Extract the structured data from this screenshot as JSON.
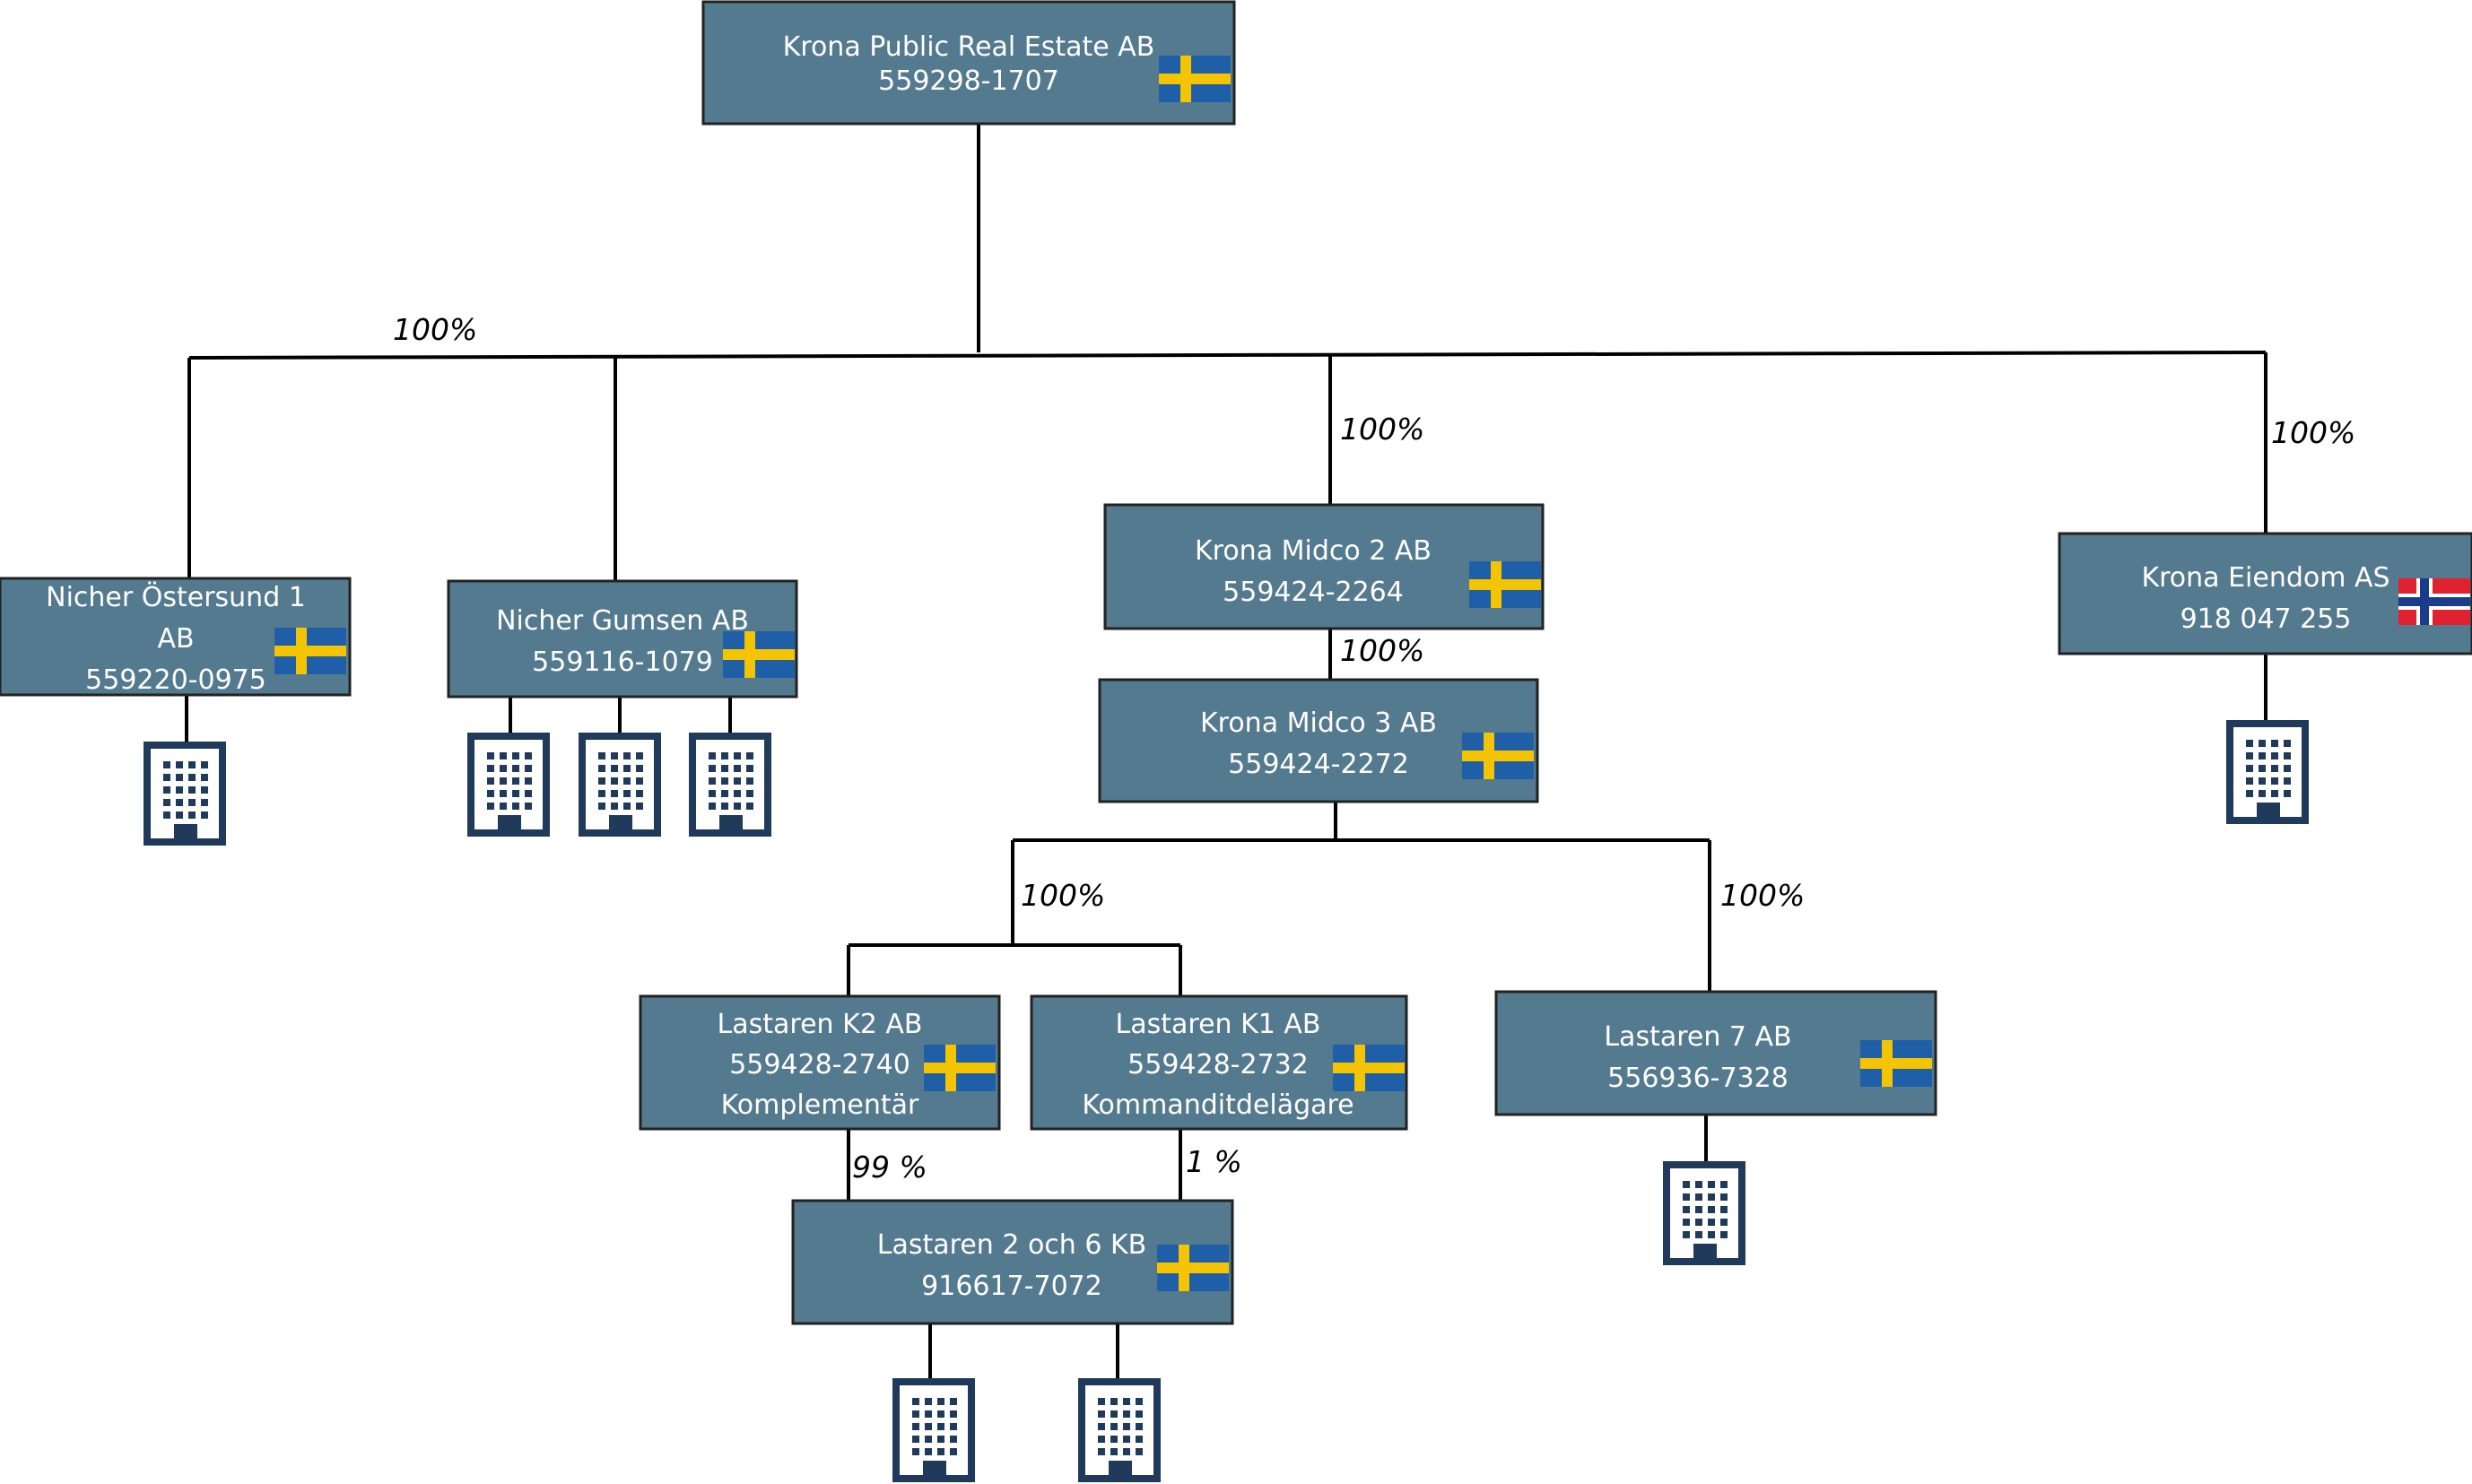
{
  "colors": {
    "box_fill": "#547a8f",
    "line": "#000000",
    "building": "#1f3a5a",
    "flag_se_blue": "#1f5fa8",
    "flag_se_yellow": "#f5c400",
    "flag_no_red": "#e0212f",
    "flag_no_blue": "#1a3c8c"
  },
  "entities": [
    {
      "id": "krona-public",
      "lines": [
        "Krona Public Real Estate AB",
        "559298-1707"
      ],
      "flag": "sweden-flag-icon"
    },
    {
      "id": "nicher-ostersund",
      "lines": [
        "Nicher Östersund 1",
        "AB",
        "559220-0975"
      ],
      "flag": "sweden-flag-icon"
    },
    {
      "id": "nicher-gumsen",
      "lines": [
        "Nicher Gumsen AB",
        "559116-1079"
      ],
      "flag": "sweden-flag-icon"
    },
    {
      "id": "krona-midco-2",
      "lines": [
        "Krona Midco 2 AB",
        "559424-2264"
      ],
      "flag": "sweden-flag-icon"
    },
    {
      "id": "krona-eiendom",
      "lines": [
        "Krona Eiendom AS",
        "918 047 255"
      ],
      "flag": "norway-flag-icon"
    },
    {
      "id": "krona-midco-3",
      "lines": [
        "Krona Midco 3 AB",
        "559424-2272"
      ],
      "flag": "sweden-flag-icon"
    },
    {
      "id": "lastaren-k2",
      "lines": [
        "Lastaren K2 AB",
        "559428-2740",
        "Komplementär"
      ],
      "flag": "sweden-flag-icon"
    },
    {
      "id": "lastaren-k1",
      "lines": [
        "Lastaren K1 AB",
        "559428-2732",
        "Kommanditdelägare"
      ],
      "flag": "sweden-flag-icon"
    },
    {
      "id": "lastaren-7",
      "lines": [
        "Lastaren 7 AB",
        "556936-7328"
      ],
      "flag": "sweden-flag-icon"
    },
    {
      "id": "lastaren-2-6",
      "lines": [
        "Lastaren 2 och 6 KB",
        "916617-7072"
      ],
      "flag": "sweden-flag-icon"
    }
  ],
  "ownership": {
    "top_level": "100%",
    "midco_2": "100%",
    "eiendom": "100%",
    "midco_2_to_3": "100%",
    "midco_3_to_k": "100%",
    "midco_3_to_7": "100%",
    "k2_to_kb": "99 %",
    "k1_to_kb": "1 %"
  },
  "property_icon": "building-icon"
}
